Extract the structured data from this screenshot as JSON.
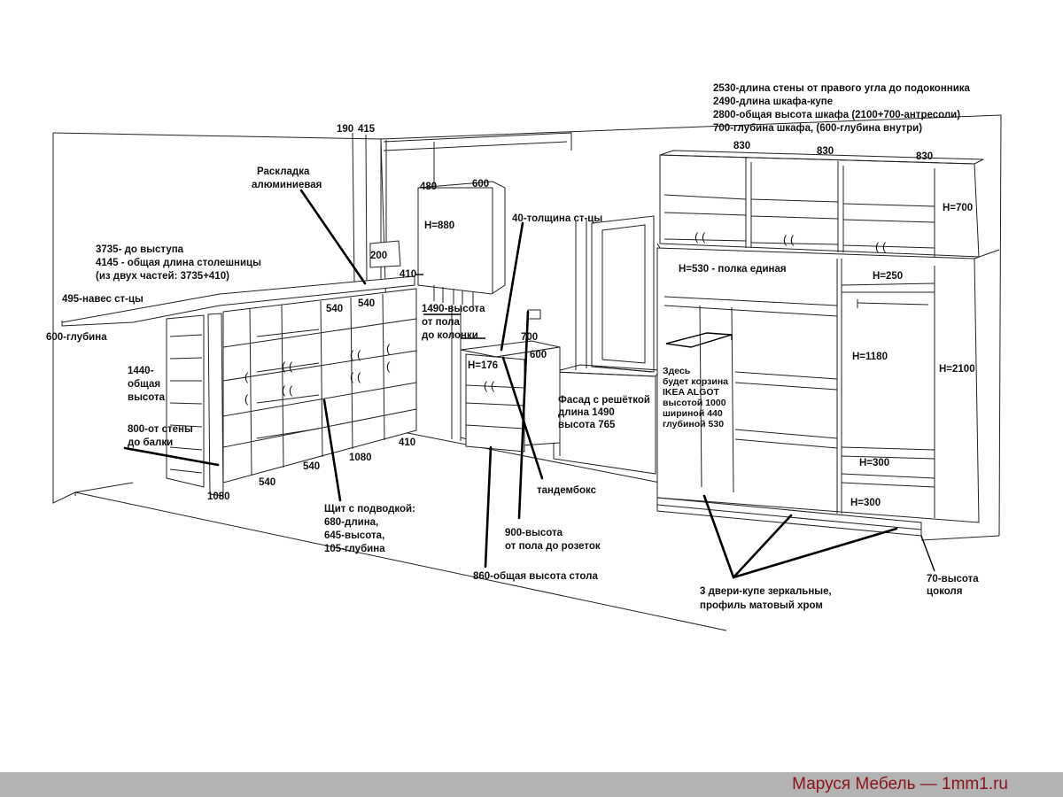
{
  "labels": {
    "wardrobe_info_1": "2530-длина стены от правого угла до подоконника",
    "wardrobe_info_2": "2490-длина шкафа-купе",
    "wardrobe_info_3": "2800-общая высота шкафа (2100+700-антресоли)",
    "wardrobe_info_4": "700-глубина шкафа, (600-глубина внутри)",
    "mezz_830_a": "830",
    "mezz_830_b": "830",
    "mezz_830_c": "830",
    "h700": "H=700",
    "h530": "H=530 - полка единая",
    "h250": "H=250",
    "h1180": "H=1180",
    "h2100": "H=2100",
    "h300_a": "H=300",
    "h300_b": "H=300",
    "algot_1": "Здесь",
    "algot_2": "будет корзина",
    "algot_3": "IKEA ALGOT",
    "algot_4": "высотой 1000",
    "algot_5": "шириной 440",
    "algot_6": "глубиной 530",
    "doors_1": "3 двери-купе зеркальные,",
    "doors_2": "профиль матовый хром",
    "plinth_1": "70-высота",
    "plinth_2": "цоколя",
    "dim_190": "190",
    "dim_415": "415",
    "raskladka_1": "Раскладка",
    "raskladka_2": "алюминиевая",
    "dim_480": "480",
    "dim_600_top": "600",
    "h880": "H=880",
    "dim_200": "200",
    "thickness": "40-толщина ст-цы",
    "col_1": "1490-высота",
    "col_2": "от пола",
    "col_3": "до колонки",
    "dim_700": "700",
    "dim_600_desk": "600",
    "h176": "H=176",
    "facade_1": "Фасад с решёткой",
    "facade_2": "длина 1490",
    "facade_3": "высота 765",
    "counter_1": "3735- до выступа",
    "counter_2": "4145 - общая длина столешницы",
    "counter_3": "(из двух частей: 3735+410)",
    "overhang": "495-навес ст-цы",
    "depth": "600-глубина",
    "height_1": "1440-",
    "height_2": "общая",
    "height_3": "высота",
    "beam_1": "800-от стены",
    "beam_2": "до балки",
    "dim_540_a": "540",
    "dim_540_b": "540",
    "dim_410_top": "410",
    "dim_410_bot": "410",
    "dim_540_c": "540",
    "dim_1080_a": "1080",
    "dim_540_d": "540",
    "dim_1080_b": "1080",
    "panel_1": "Щит с подводкой:",
    "panel_2": "680-длина,",
    "panel_3": "645-высота,",
    "panel_4": "105-глубина",
    "tandembox": "тандембокс",
    "socket_1": "900-высота",
    "socket_2": "от пола до розеток",
    "table_height": "860-общая высота стола"
  },
  "footer": {
    "credit": "Маруся Мебель — 1mm1.ru"
  }
}
